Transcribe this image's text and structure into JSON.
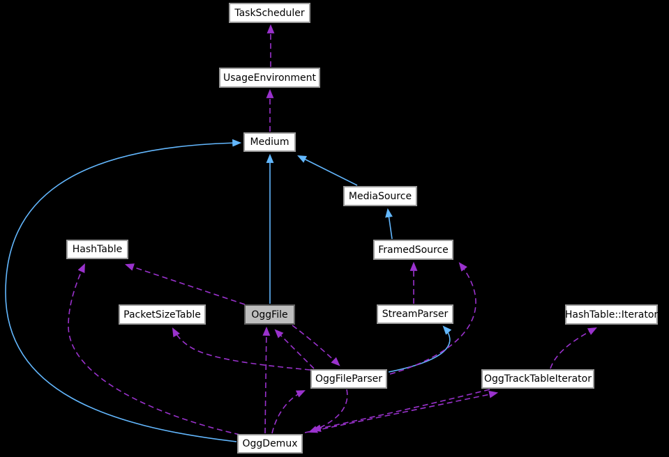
{
  "diagram": {
    "type": "collaboration-graph",
    "focus_node": "OggFile",
    "colors": {
      "background": "#000000",
      "inheritance_edge": "#63b8ff",
      "usage_edge": "#9a32cd",
      "node_fill": "#ffffff",
      "node_border": "#9c9c9c",
      "node_text": "#000000",
      "focus_node_fill": "#bebebe",
      "focus_node_border": "#5f5f5f"
    },
    "nodes": [
      {
        "id": "TaskScheduler",
        "label": "TaskScheduler"
      },
      {
        "id": "UsageEnvironment",
        "label": "UsageEnvironment"
      },
      {
        "id": "Medium",
        "label": "Medium"
      },
      {
        "id": "MediaSource",
        "label": "MediaSource"
      },
      {
        "id": "FramedSource",
        "label": "FramedSource"
      },
      {
        "id": "HashTable",
        "label": "HashTable"
      },
      {
        "id": "PacketSizeTable",
        "label": "PacketSizeTable"
      },
      {
        "id": "OggFile",
        "label": "OggFile"
      },
      {
        "id": "StreamParser",
        "label": "StreamParser"
      },
      {
        "id": "HashTableIterator",
        "label": "HashTable::Iterator"
      },
      {
        "id": "OggFileParser",
        "label": "OggFileParser"
      },
      {
        "id": "OggTrackTableIterator",
        "label": "OggTrackTableIterator"
      },
      {
        "id": "OggDemux",
        "label": "OggDemux"
      }
    ],
    "edges": [
      {
        "from": "MediaSource",
        "to": "Medium",
        "relation": "inherits"
      },
      {
        "from": "FramedSource",
        "to": "MediaSource",
        "relation": "inherits"
      },
      {
        "from": "OggFile",
        "to": "Medium",
        "relation": "inherits"
      },
      {
        "from": "OggDemux",
        "to": "Medium",
        "relation": "inherits"
      },
      {
        "from": "OggFileParser",
        "to": "StreamParser",
        "relation": "inherits"
      },
      {
        "from": "UsageEnvironment",
        "to": "TaskScheduler",
        "relation": "uses"
      },
      {
        "from": "Medium",
        "to": "UsageEnvironment",
        "relation": "uses"
      },
      {
        "from": "StreamParser",
        "to": "FramedSource",
        "relation": "uses"
      },
      {
        "from": "OggFileParser",
        "to": "FramedSource",
        "relation": "uses"
      },
      {
        "from": "OggFile",
        "to": "HashTable",
        "relation": "uses"
      },
      {
        "from": "OggDemux",
        "to": "HashTable",
        "relation": "uses"
      },
      {
        "from": "OggDemux",
        "to": "OggFile",
        "relation": "uses"
      },
      {
        "from": "OggFileParser",
        "to": "OggFile",
        "relation": "uses"
      },
      {
        "from": "OggFile",
        "to": "OggFileParser",
        "relation": "uses"
      },
      {
        "from": "OggFileParser",
        "to": "PacketSizeTable",
        "relation": "uses"
      },
      {
        "from": "OggDemux",
        "to": "OggFileParser",
        "relation": "uses"
      },
      {
        "from": "OggFileParser",
        "to": "OggDemux",
        "relation": "uses"
      },
      {
        "from": "OggDemux",
        "to": "OggTrackTableIterator",
        "relation": "uses"
      },
      {
        "from": "OggTrackTableIterator",
        "to": "OggDemux",
        "relation": "uses"
      },
      {
        "from": "OggTrackTableIterator",
        "to": "HashTableIterator",
        "relation": "uses"
      }
    ]
  }
}
